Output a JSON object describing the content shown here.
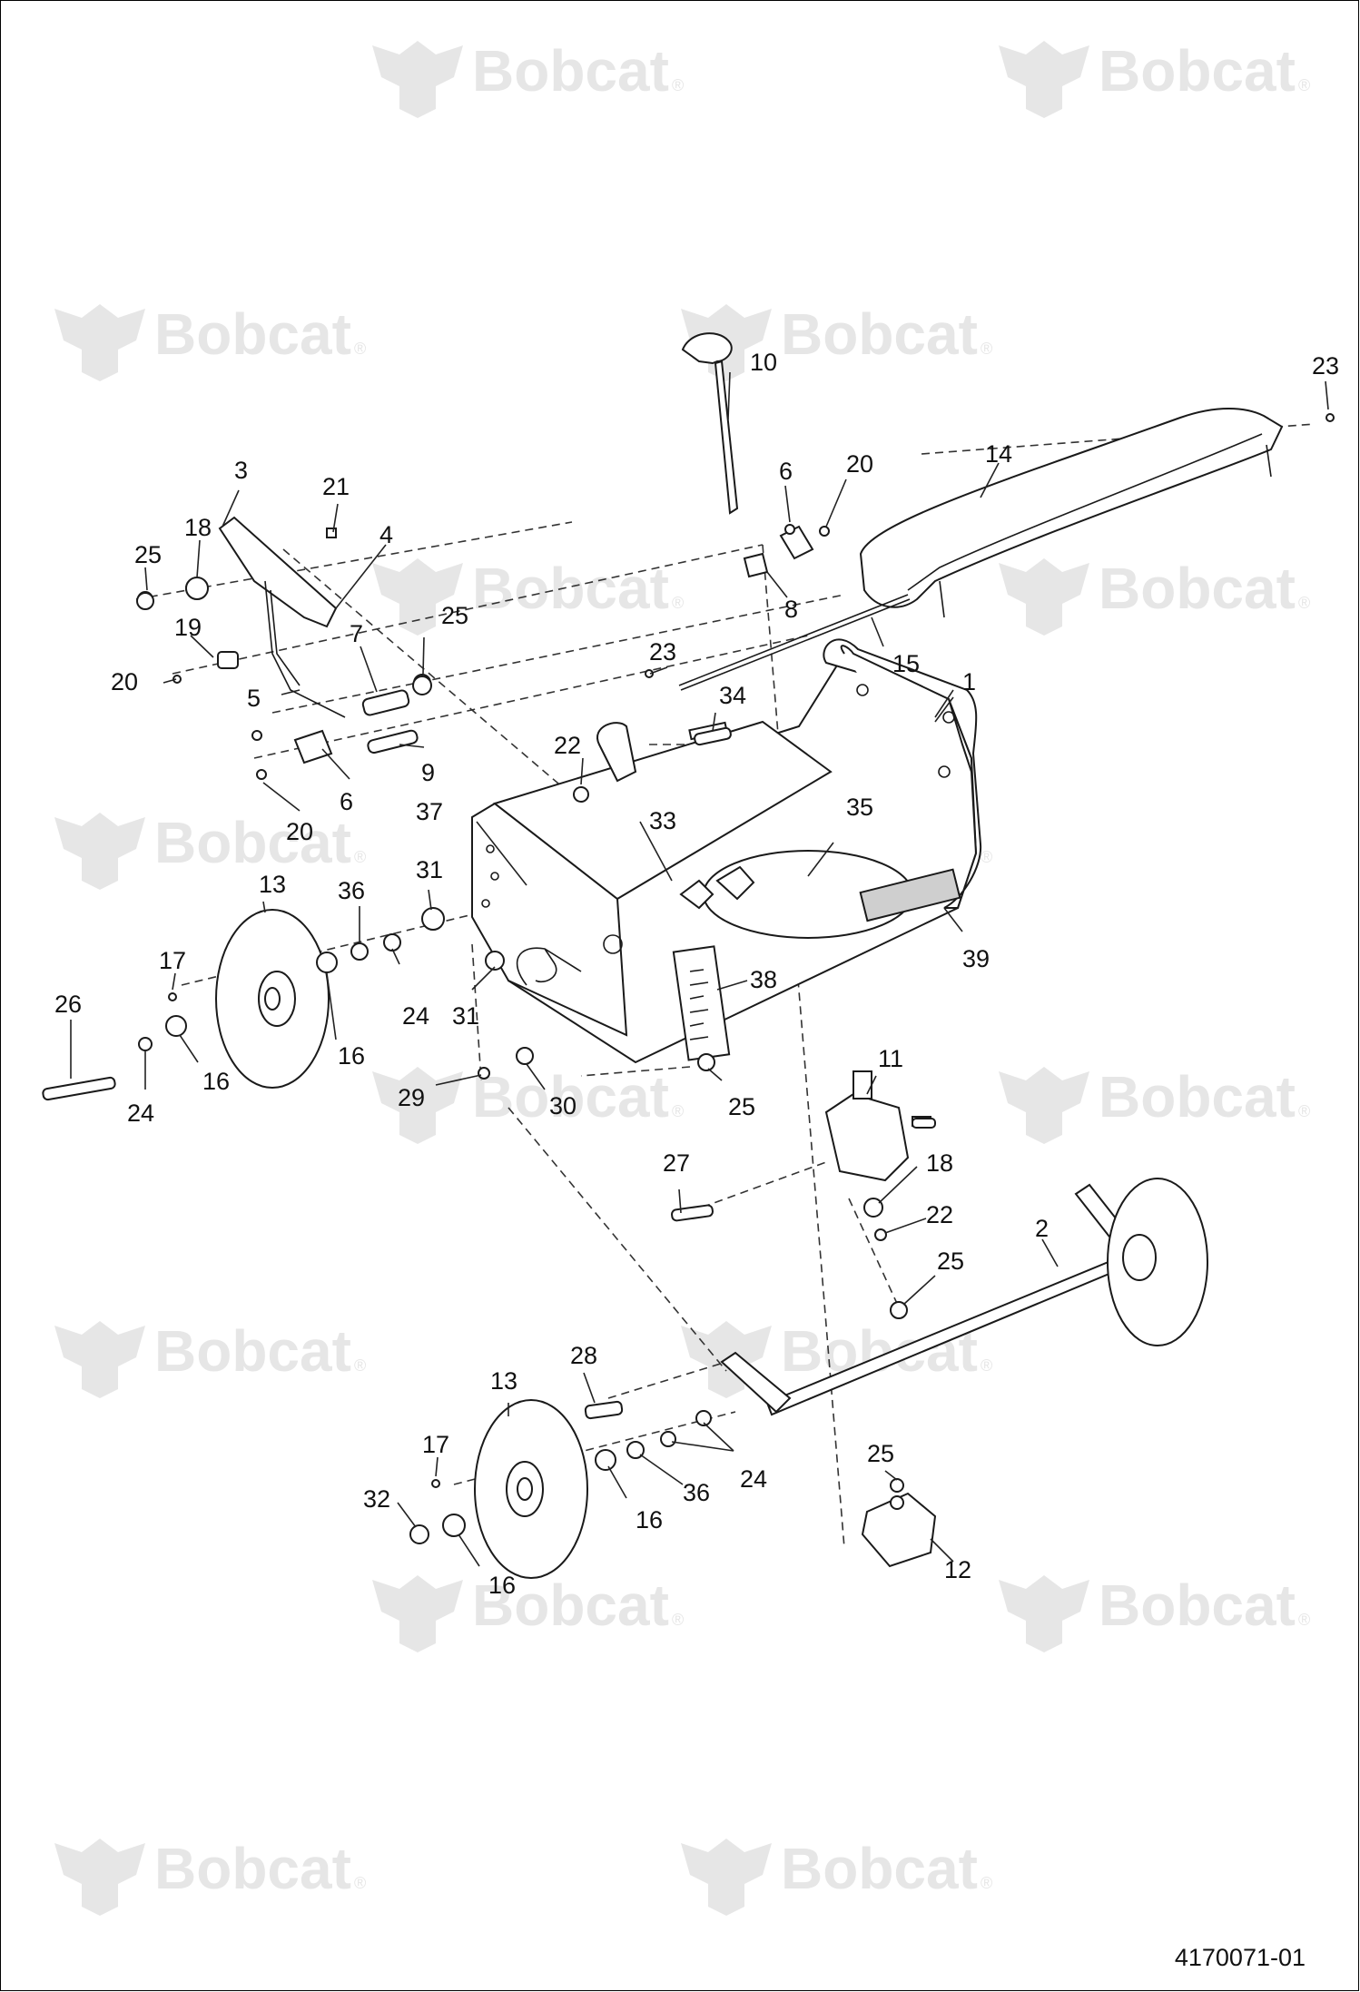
{
  "watermark": {
    "text": "Bobcat",
    "registered": "®"
  },
  "document_id": "4170071-01",
  "callouts": {
    "c1": "1",
    "c2": "2",
    "c3": "3",
    "c4": "4",
    "c5": "5",
    "c6a": "6",
    "c6b": "6",
    "c7": "7",
    "c8": "8",
    "c9": "9",
    "c10": "10",
    "c11": "11",
    "c12": "12",
    "c13a": "13",
    "c13b": "13",
    "c14": "14",
    "c15": "15",
    "c16a": "16",
    "c16b": "16",
    "c16c": "16",
    "c16d": "16",
    "c17a": "17",
    "c17b": "17",
    "c18a": "18",
    "c18b": "18",
    "c19": "19",
    "c20a": "20",
    "c20b": "20",
    "c20c": "20",
    "c21": "21",
    "c22a": "22",
    "c22b": "22",
    "c23a": "23",
    "c23b": "23",
    "c24a": "24",
    "c24b": "24",
    "c24c": "24",
    "c25a": "25",
    "c25b": "25",
    "c25c": "25",
    "c25d": "25",
    "c25e": "25",
    "c26": "26",
    "c27": "27",
    "c28": "28",
    "c29": "29",
    "c30": "30",
    "c31a": "31",
    "c31b": "31",
    "c32": "32",
    "c33": "33",
    "c34": "34",
    "c35": "35",
    "c36a": "36",
    "c36b": "36",
    "c37": "37",
    "c38": "38",
    "c39": "39"
  }
}
